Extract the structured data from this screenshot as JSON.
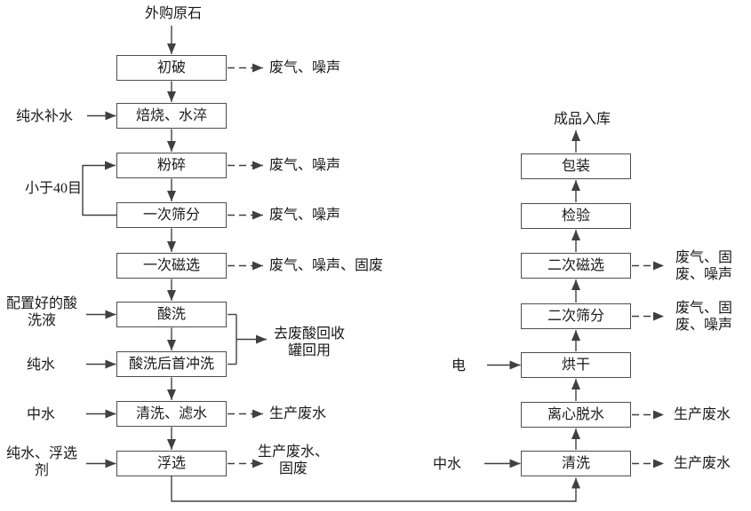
{
  "colors": {
    "line": "#404040",
    "box_border": "#4d4d4d",
    "text": "#1a1a1a",
    "background": "#ffffff"
  },
  "flow": {
    "source": "外购原石",
    "final": "成品入库",
    "left_boxes": [
      "初破",
      "焙烧、水淬",
      "粉碎",
      "一次筛分",
      "一次磁选",
      "酸洗",
      "酸洗后首冲洗",
      "清洗、滤水",
      "浮选"
    ],
    "right_boxes": [
      "包装",
      "检验",
      "二次磁选",
      "二次筛分",
      "烘干",
      "离心脱水",
      "清洗"
    ],
    "inputs": {
      "pure_water_makeup": "纯水补水",
      "prepared_acid_solution": "配置好的酸\n洗液",
      "pure_water": "纯水",
      "reclaimed_water_left": "中水",
      "pure_water_flotation_agent": "纯水、浮选\n剂",
      "electricity": "电",
      "reclaimed_water_right": "中水"
    },
    "notes": {
      "recycle_undersize": "小于40目",
      "acid_recovery": "去废酸回收\n罐回用"
    },
    "emissions": {
      "initial_crushing": "废气、噪声",
      "pulverizing": "废气、噪声",
      "primary_screening": "废气、噪声",
      "primary_magnetic": "废气、噪声、固废",
      "washing_filtering": "生产废水",
      "flotation": "生产废水、\n固废",
      "secondary_magnetic": "废气、固\n废、噪声",
      "secondary_screening": "废气、固\n废、噪声",
      "centrifugal_dewatering": "生产废水",
      "washing": "生产废水"
    }
  }
}
